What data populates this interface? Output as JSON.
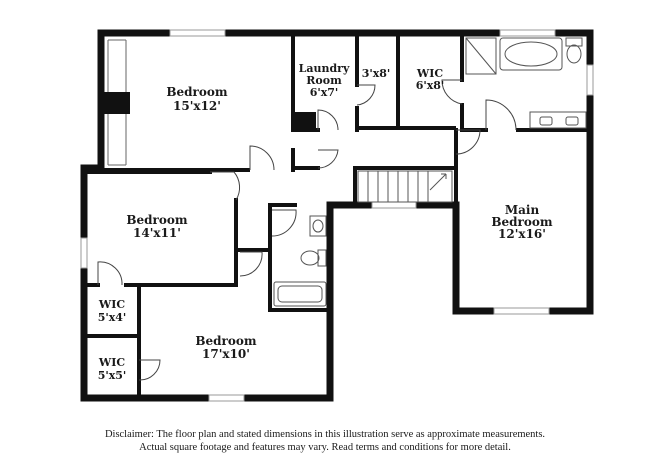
{
  "rooms": {
    "bedroom_top": {
      "name": "Bedroom",
      "dims": "15'x12'"
    },
    "laundry": {
      "name_line1": "Laundry",
      "name_line2": "Room",
      "dims": "6'x7'"
    },
    "closet": {
      "dims": "3'x8'"
    },
    "wic_main": {
      "name": "WIC",
      "dims": "6'x8'"
    },
    "bedroom_left": {
      "name": "Bedroom",
      "dims": "14'x11'"
    },
    "main_bedroom": {
      "name_line1": "Main",
      "name_line2": "Bedroom",
      "dims": "12'x16'"
    },
    "wic_a": {
      "name": "WIC",
      "dims": "5'x4'"
    },
    "wic_b": {
      "name": "WIC",
      "dims": "5'x5'"
    },
    "bedroom_bottom": {
      "name": "Bedroom",
      "dims": "17'x10'"
    }
  },
  "disclaimer": {
    "line1": "Disclaimer: The floor plan and stated dimensions in this illustration serve as approximate measurements.",
    "line2": "Actual square footage and features may vary. Read terms and conditions for more detail."
  },
  "colors": {
    "wall": "#111111",
    "thin": "#555555",
    "window": "#9a9a9a"
  }
}
